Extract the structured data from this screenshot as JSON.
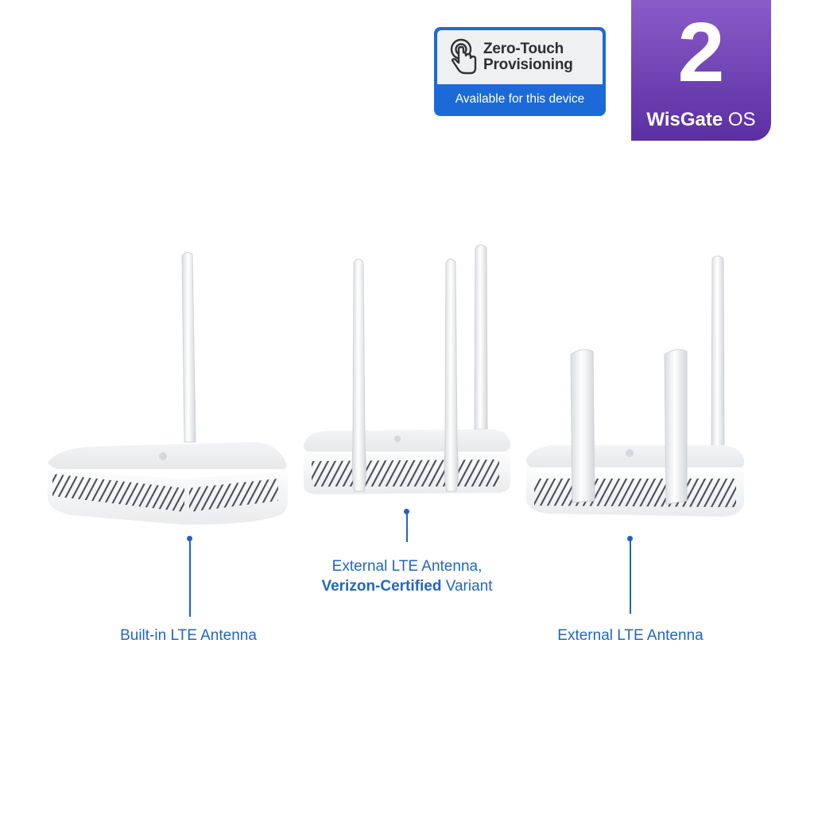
{
  "ztp_badge": {
    "title_line1": "Zero-Touch",
    "title_line2": "Provisioning",
    "subtitle": "Available for this device",
    "icon": "touch-hand-icon",
    "color": "#1b6ad8"
  },
  "os_badge": {
    "number": "2",
    "brand": "WisGate",
    "suffix": "OS",
    "color_top": "#8a5cc8",
    "color_bottom": "#5b2fa3"
  },
  "products": [
    {
      "caption": "Built-in LTE Antenna"
    },
    {
      "caption_line1": "External LTE Antenna,",
      "caption_bold": "Verizon-Certified",
      "caption_rest": " Variant"
    },
    {
      "caption": "External LTE Antenna"
    }
  ],
  "accent_color": "#2166c3"
}
